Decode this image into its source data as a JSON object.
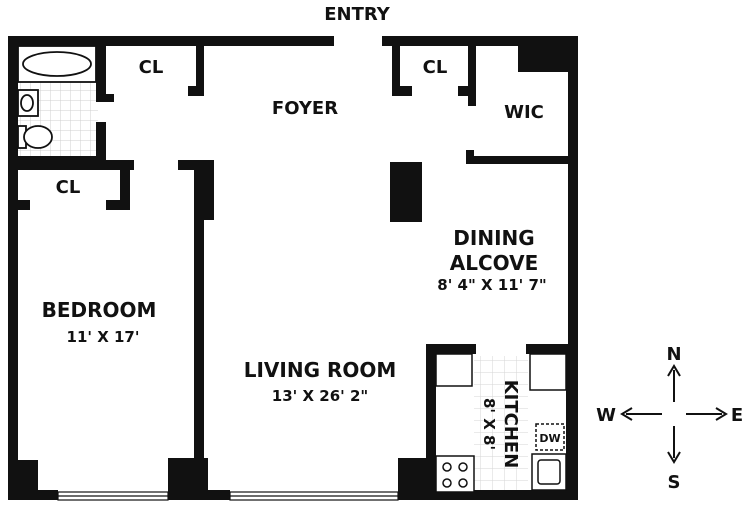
{
  "labels": {
    "entry": "ENTRY",
    "foyer": "FOYER",
    "closet_bath": "CL",
    "closet_entry": "CL",
    "closet_bedroom": "CL",
    "wic": "WIC",
    "dining_title_1": "DINING",
    "dining_title_2": "ALCOVE",
    "dining_dim": "8' 4\"  X 11' 7\"",
    "bedroom_title": "BEDROOM",
    "bedroom_dim": "11' X 17'",
    "living_title": "LIVING ROOM",
    "living_dim": "13' X 26' 2\"",
    "kitchen_title": "KITCHEN",
    "kitchen_dim": "8' X 8'",
    "dw": "DW"
  },
  "compass": {
    "n": "N",
    "s": "S",
    "e": "E",
    "w": "W"
  },
  "colors": {
    "wall": "#111111",
    "tile": "#cfcfcf",
    "paper": "#ffffff"
  }
}
